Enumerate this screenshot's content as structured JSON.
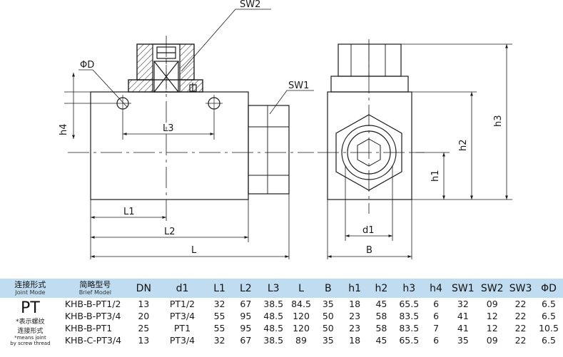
{
  "drawing": {
    "labels": {
      "sw2": "SW2",
      "sw1": "SW1",
      "phi_d": "ΦD",
      "h4": "h4",
      "l3": "L3",
      "l1": "L1",
      "l2": "L2",
      "l": "L",
      "d1": "d1",
      "b": "B",
      "h1": "h1",
      "h2": "h2",
      "h3": "h3"
    }
  },
  "table": {
    "headers": [
      {
        "zh": "连接形式",
        "en": "Joint Mode"
      },
      {
        "zh": "简略型号",
        "en": "Brief Model"
      },
      {
        "text": "DN"
      },
      {
        "text": "d1"
      },
      {
        "text": "L1"
      },
      {
        "text": "L2"
      },
      {
        "text": "L3"
      },
      {
        "text": "L"
      },
      {
        "text": "B"
      },
      {
        "text": "h1"
      },
      {
        "text": "h2"
      },
      {
        "text": "h3"
      },
      {
        "text": "h4"
      },
      {
        "text": "SW1"
      },
      {
        "text": "SW2"
      },
      {
        "text": "SW3"
      },
      {
        "text": "ΦD"
      }
    ],
    "joint_mode": {
      "code": "PT",
      "note_zh_line1": "*表示螺纹",
      "note_zh_line2": "连接形式",
      "note_en_line1": "*means joint",
      "note_en_line2": "by screw thread"
    },
    "rows": [
      [
        "KHB-B-PT1/2",
        "13",
        "PT1/2",
        "32",
        "67",
        "38.5",
        "84.5",
        "35",
        "18",
        "45",
        "65.5",
        "6",
        "32",
        "09",
        "22",
        "6.5"
      ],
      [
        "KHB-B-PT3/4",
        "20",
        "PT3/4",
        "55",
        "95",
        "48.5",
        "120",
        "50",
        "23",
        "58",
        "83.5",
        "6",
        "41",
        "12",
        "22",
        "6.5"
      ],
      [
        "KHB-B-PT1",
        "25",
        "PT1",
        "55",
        "95",
        "48.5",
        "120",
        "50",
        "23",
        "58",
        "83.5",
        "7",
        "41",
        "12",
        "22",
        "10.5"
      ],
      [
        "KHB-C-PT3/4",
        "13",
        "PT3/4",
        "32",
        "67",
        "38.5",
        "89",
        "35",
        "18",
        "45",
        "65.5",
        "6",
        "35",
        "09",
        "22",
        "6.5"
      ]
    ]
  }
}
